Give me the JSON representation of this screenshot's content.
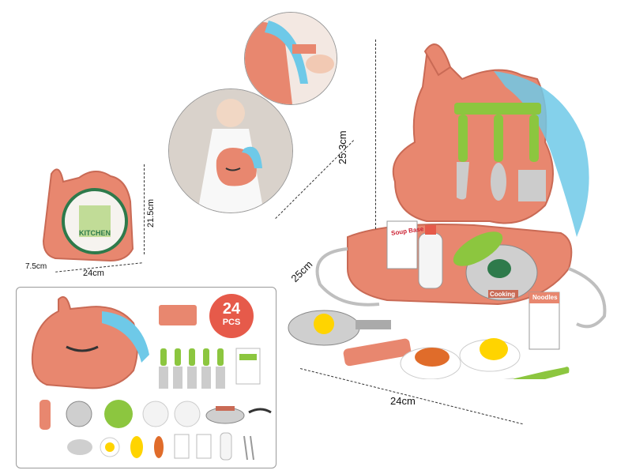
{
  "dimensions": {
    "small_case_height": "21.5cm",
    "small_case_width": "24cm",
    "small_case_depth": "7.5cm",
    "main_height": "25.3cm",
    "main_depth": "25cm",
    "main_width": "24cm"
  },
  "labels": {
    "kitchen": "KITCHEN",
    "soup_base": "Soup Base",
    "cooking": "Cooking",
    "noodles": "Noodles"
  },
  "badge": {
    "count": "24",
    "unit": "PCS"
  },
  "colors": {
    "case_salmon": "#e8876f",
    "case_dark": "#c96a55",
    "mane_blue": "#6ec9e8",
    "accent_green": "#8cc63f",
    "badge_red": "#e65a4a"
  }
}
